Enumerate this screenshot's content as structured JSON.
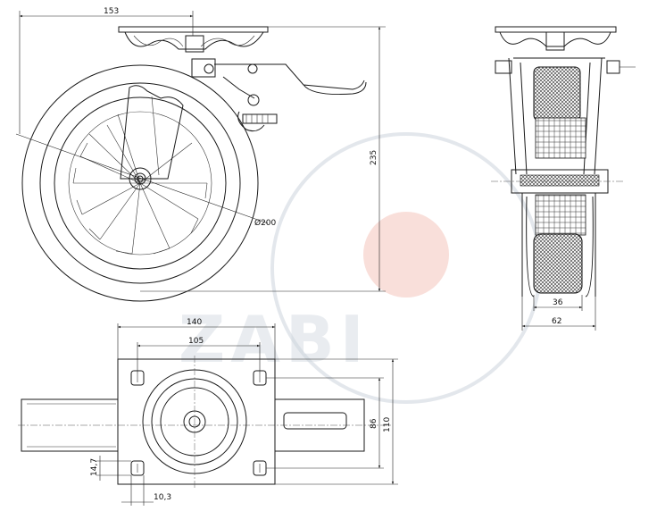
{
  "watermark": {
    "text": "ZABI",
    "ring_color": "#d7dde4",
    "dot_color": "#f4c4bb"
  },
  "dimensions": {
    "side_width": "153",
    "side_height": "235",
    "wheel_diameter": "Ø200",
    "front_tread": "36",
    "front_overall": "62",
    "plate_width": "140",
    "bolt_spacing_x": "105",
    "bolt_spacing_y": "86",
    "plate_depth": "110",
    "slot_length": "14,7",
    "slot_width": "10,3"
  },
  "colors": {
    "line": "#1a1a1a",
    "dim": "#222222"
  }
}
